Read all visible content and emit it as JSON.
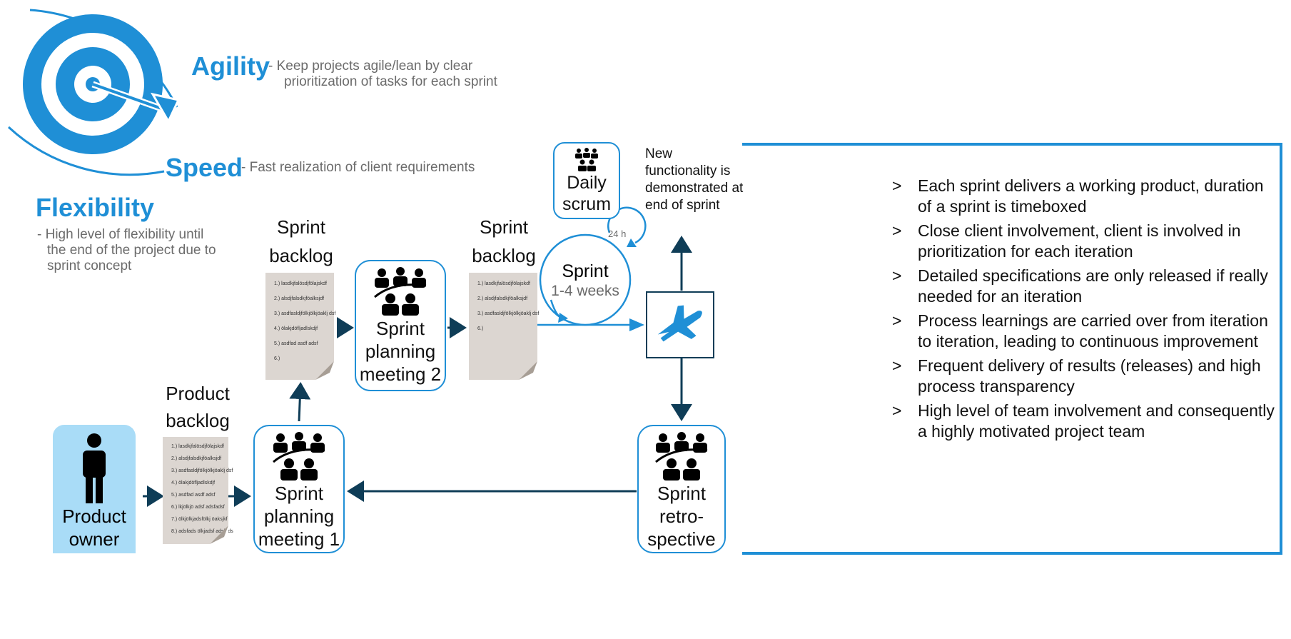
{
  "colors": {
    "accent": "#1f8fd6",
    "dark": "#0f3d57",
    "owner_bg": "#a9dcf7",
    "doc_bg": "#dcd6d1"
  },
  "benefits": {
    "agility": {
      "title": "Agility",
      "text_line1": "- Keep projects agile/lean by clear",
      "text_line2": "prioritization of tasks for each sprint"
    },
    "speed": {
      "title": "Speed",
      "text": "- Fast realization of client requirements"
    },
    "flexibility": {
      "title": "Flexibility",
      "text_line1": "- High level of flexibility until",
      "text_line2": "the end of the project due to",
      "text_line3": "sprint concept"
    }
  },
  "process": {
    "product_owner": {
      "line1": "Product",
      "line2": "owner"
    },
    "product_backlog": {
      "label_line1": "Product",
      "label_line2": "backlog",
      "items": [
        "1.) lasdkjfalösdjfölajskdf",
        "2.) alsdjfalsdkjföalksjdf",
        "3.) asdfasldjfölkjölkjöaklj dsf",
        "4.) ölakjdöfljadlskdjf",
        "5.) asdfad asdf adsf",
        "6.) lkjölkjö adsf adsfadsf",
        "7.) ölkjölkjadsfölkj öaksjkf",
        "8.) adsfads ölkjadsf adsfads"
      ]
    },
    "planning1": {
      "line1": "Sprint",
      "line2": "planning",
      "line3": "meeting 1"
    },
    "sprint_backlog_1": {
      "label_line1": "Sprint",
      "label_line2": "backlog",
      "items": [
        "1.) lasdkjfalösdjfölajskdf",
        "2.) alsdjfalsdkjföalksjdf",
        "3.) asdfasldjfölkjölkjöaklj dsf",
        "4.) ölakjdöfljadlskdjf",
        "5.) asdfad asdf adsf",
        "6.)"
      ]
    },
    "planning2": {
      "line1": "Sprint",
      "line2": "planning",
      "line3": "meeting 2"
    },
    "sprint_backlog_2": {
      "label_line1": "Sprint",
      "label_line2": "backlog",
      "items": [
        "1.) lasdkjfalösdjfölajskdf",
        "2.) alsdjfalsdkjföalksjdf",
        "3.) asdfasldjfölkjölkjöaklj dsf",
        "6.)"
      ]
    },
    "daily_scrum": {
      "line1": "Daily",
      "line2": "scrum"
    },
    "sprint_circle": {
      "title": "Sprint",
      "duration": "1-4 weeks",
      "cycle": "24 h"
    },
    "new_functionality": {
      "line1": "New",
      "line2": "functionality is",
      "line3": "demonstrated at",
      "line4": "end of sprint"
    },
    "retrospective": {
      "line1": "Sprint",
      "line2": "retro-",
      "line3": "spective"
    }
  },
  "bullet_marker": ">",
  "bullets": [
    "Each sprint delivers a working product, duration of a sprint is timeboxed",
    "Close client involvement, client is involved in prioritization for each iteration",
    "Detailed specifications are only released if really needed for an iteration",
    "Process learnings are carried over from iteration to iteration, leading to continuous improvement",
    "Frequent delivery of results (releases) and high process transparency",
    "High level of team involvement and consequently a highly motivated project team"
  ],
  "icons": [
    "target-icon",
    "person-icon",
    "team-icon",
    "plane-icon",
    "cycle-arrow-icon"
  ]
}
